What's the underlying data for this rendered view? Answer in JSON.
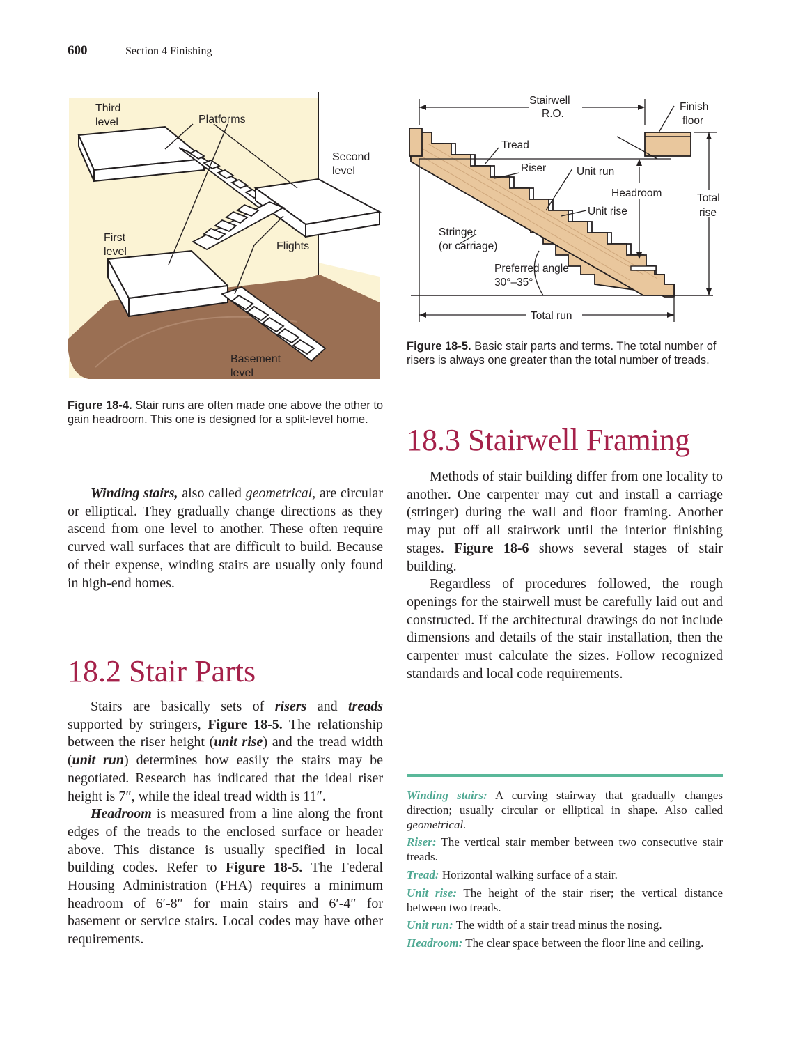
{
  "header": {
    "page_number": "600",
    "section": "Section 4   Finishing"
  },
  "fig4": {
    "labels": {
      "third_level": [
        "Third",
        "level"
      ],
      "platforms": "Platforms",
      "second_level": [
        "Second",
        "level"
      ],
      "first_level": [
        "First",
        "level"
      ],
      "flights": "Flights",
      "basement_level": [
        "Basement",
        "level"
      ]
    },
    "caption_label": "Figure 18-4.",
    "caption_text": " Stair runs are often made one above the other to gain headroom. This one is designed for a split-level home."
  },
  "fig5": {
    "labels": {
      "stairwell_ro": [
        "Stairwell",
        "R.O."
      ],
      "finish_floor": [
        "Finish",
        "floor"
      ],
      "tread": "Tread",
      "riser": "Riser",
      "unit_run": "Unit run",
      "headroom": "Headroom",
      "total_rise": [
        "Total",
        "rise"
      ],
      "unit_rise": "Unit rise",
      "stringer": [
        "Stringer",
        "(or carriage)"
      ],
      "preferred_angle": [
        "Preferred angle",
        "30°–35°"
      ],
      "total_run": "Total run"
    },
    "caption_label": "Figure 18-5.",
    "caption_text": " Basic stair parts and terms. The total number of risers is always one greater than the total number of treads."
  },
  "left_text": {
    "winding": {
      "term": "Winding stairs,",
      "t1": " also called ",
      "geo": "geometrical,",
      "t2": " are circular or elliptical. They gradually change directions as they ascend from one level to another. These often require curved wall surfaces that are difficult to build. Because of their expense, winding stairs are usually only found in high-end homes."
    }
  },
  "section_182": {
    "heading": "18.2 Stair Parts",
    "p1": {
      "a": "Stairs are basically sets of ",
      "risers": "risers",
      "b": " and ",
      "treads": "treads",
      "c": " supported by stringers, ",
      "fig": "Figure 18-5.",
      "d": " The relationship between the riser height (",
      "unit_rise": "unit rise",
      "e": ") and the tread width (",
      "unit_run": "unit run",
      "f": ") determines how easily the stairs may be negotiated. Research has indicated that the ideal riser height is 7″, while the ideal tread width is 11″."
    },
    "p2": {
      "headroom": "Headroom",
      "a": " is measured from a line along the front edges of the treads to the enclosed surface or header above. This distance is usually specified in local building codes. Refer to ",
      "fig": "Figure 18-5.",
      "b": " The Federal Housing Administration (FHA) requires a minimum headroom of 6′-8″ for main stairs and 6′-4″ for basement or service stairs. Local codes may have other requirements."
    }
  },
  "section_183": {
    "heading": "18.3 Stairwell Framing",
    "p1": {
      "a": "Methods of stair building differ from one locality to another. One carpenter may cut and install a carriage (stringer) during the wall and floor framing. Another may put off all stairwork until the interior finishing stages. ",
      "fig": "Figure 18-6",
      "b": " shows several stages of stair building."
    },
    "p2": "Regardless of procedures followed, the rough openings for the stairwell must be carefully laid out and constructed. If the architectural drawings do not include dimensions and details of the stair installation, then the carpenter must calculate the sizes. Follow recognized standards and local code requirements."
  },
  "glossary": [
    {
      "term": "Winding stairs:",
      "def": "A curving stairway that gradually changes direction; usually circular or elliptical in shape. Also called ",
      "def_italic": "geometrical."
    },
    {
      "term": "Riser:",
      "def": "The vertical stair member between two consecutive stair treads."
    },
    {
      "term": "Tread:",
      "def": "Horizontal walking surface of a stair."
    },
    {
      "term": "Unit rise:",
      "def": "The height of the stair riser; the vertical distance between two treads."
    },
    {
      "term": "Unit run:",
      "def": "The width of a stair tread minus the nosing."
    },
    {
      "term": "Headroom:",
      "def": "The clear space between the floor line and ceiling."
    }
  ],
  "colors": {
    "heading": "#a5214a",
    "glossary_term": "#4ea892",
    "rule": "#5ab89a",
    "wall_tint": "#fbf3d4",
    "floor_brown": "#9a6f53",
    "wood": "#e9c79d"
  }
}
